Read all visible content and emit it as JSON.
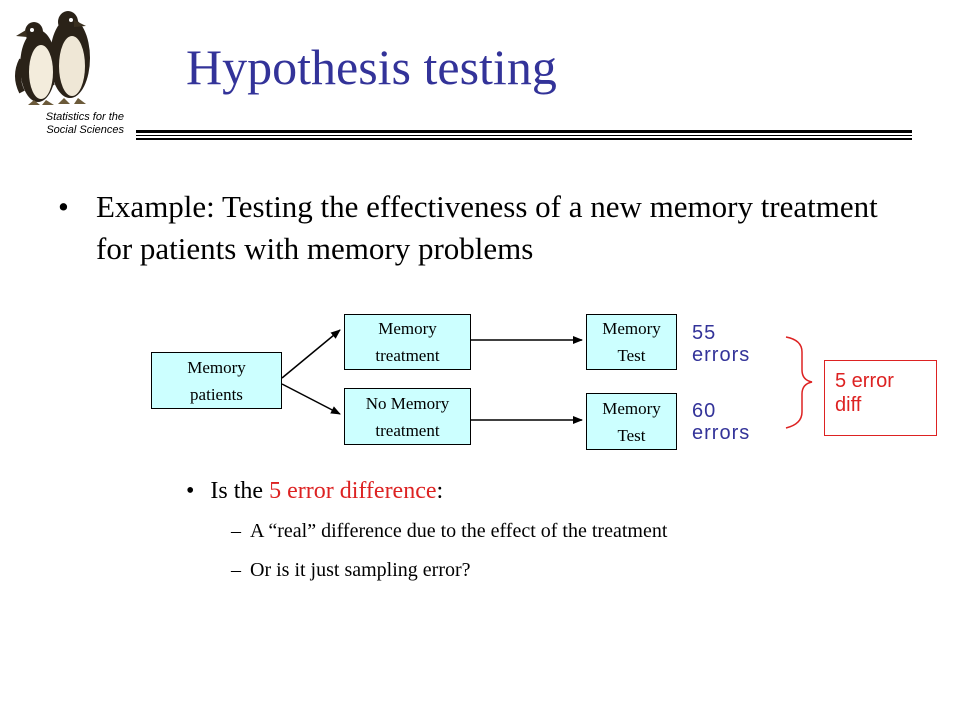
{
  "header": {
    "title": "Hypothesis testing",
    "course_line1": "Statistics for the",
    "course_line2": "Social Sciences",
    "logo_icon": "penguins-icon"
  },
  "main_bullet": {
    "marker": "•",
    "text": "Example: Testing the effectiveness of a new memory treatment for patients with memory problems"
  },
  "diagram": {
    "patients": {
      "line1": "Memory",
      "line2": "patients"
    },
    "treatment": {
      "line1": "Memory",
      "line2": "treatment"
    },
    "no_treatment": {
      "line1": "No Memory",
      "line2": "treatment"
    },
    "test_top": {
      "line1": "Memory",
      "line2": "Test"
    },
    "test_bottom": {
      "line1": "Memory",
      "line2": "Test"
    },
    "errors_top": {
      "value": "55",
      "unit": "errors"
    },
    "errors_bottom": {
      "value": "60",
      "unit": "errors"
    },
    "difference": {
      "line1": "5 error",
      "line2": "diff"
    }
  },
  "sub_bullet": {
    "marker": "•",
    "prefix": "Is the ",
    "highlight": "5 error difference",
    "suffix": ":"
  },
  "sub_sub_bullets": [
    {
      "marker": "–",
      "text": "A “real” difference due to the effect of the treatment"
    },
    {
      "marker": "–",
      "text": "Or is it just sampling error?"
    }
  ],
  "colors": {
    "title": "#333399",
    "box_fill": "#ccffff",
    "highlight": "#dd2222",
    "stat_text": "#333399"
  }
}
